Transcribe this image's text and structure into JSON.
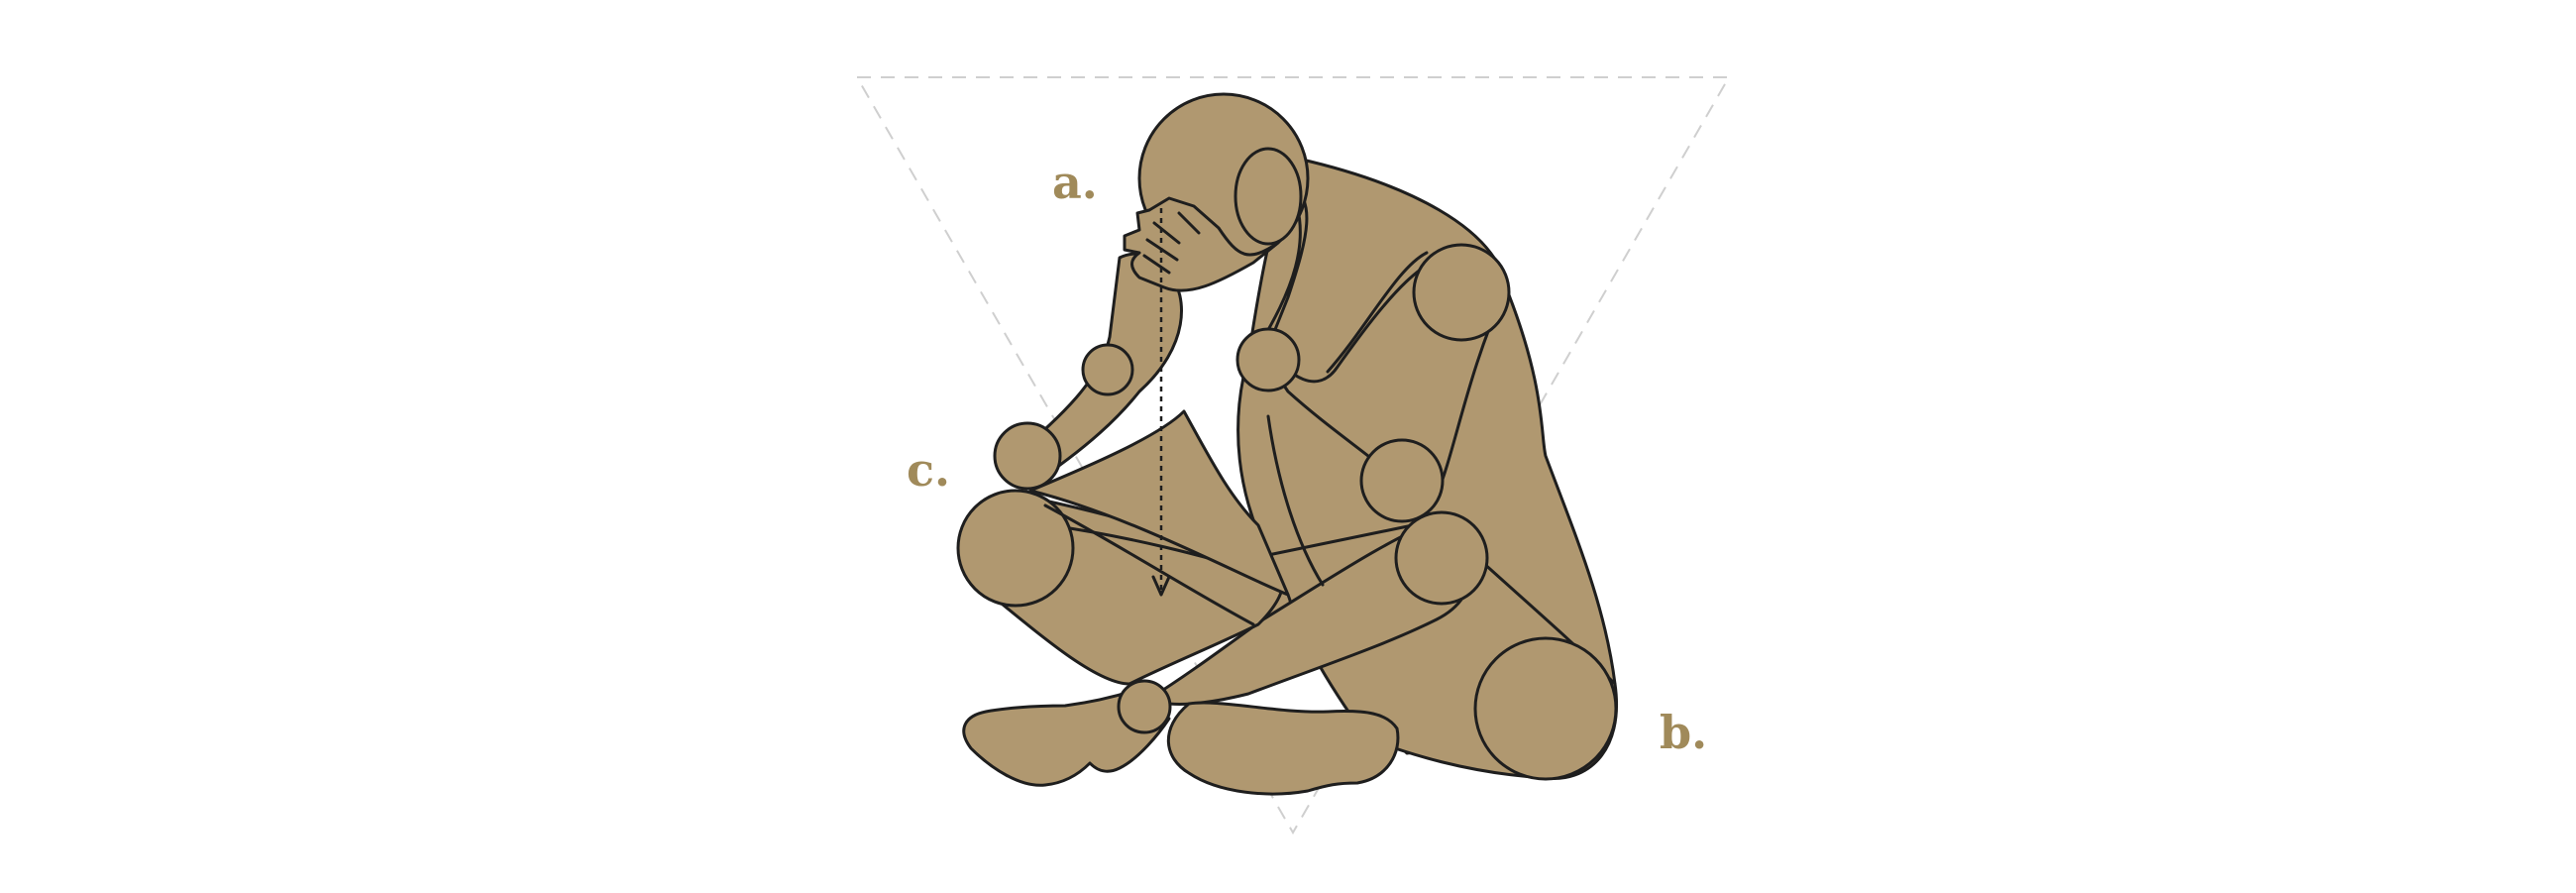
{
  "figure": {
    "labels": {
      "a": "a.",
      "b": "b.",
      "c": "c."
    },
    "colors": {
      "figure_fill": "#b09870",
      "outline": "#1e1e1e",
      "guide_triangle": "#cfcfcf",
      "label_text": "#a08a5a"
    }
  }
}
